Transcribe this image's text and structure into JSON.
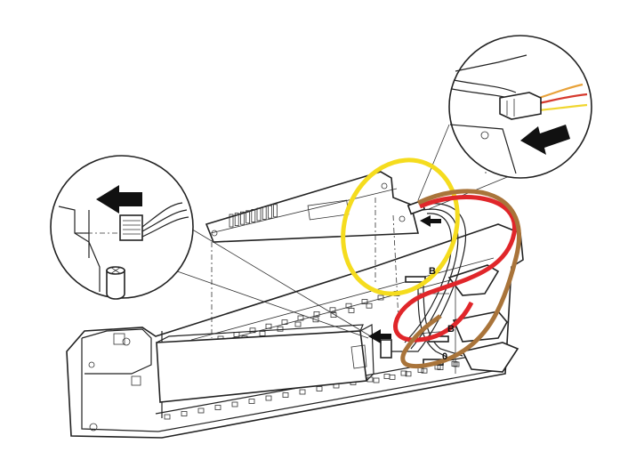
{
  "callouts": [
    {
      "id": "B-upper",
      "text": "B"
    },
    {
      "id": "B-lower",
      "text": "B"
    },
    {
      "id": "zero",
      "text": "0"
    }
  ],
  "colors": {
    "yellow_loop": "#f5dc1e",
    "red_loop": "#e0262a",
    "brown_loop": "#a9743a",
    "wire_orange": "#e8a23a",
    "wire_red": "#d63a2e",
    "wire_yellow": "#f0d630",
    "ink": "#222222"
  },
  "icons": [
    "arrow-left-icon",
    "connector-icon",
    "screw-post-icon"
  ]
}
